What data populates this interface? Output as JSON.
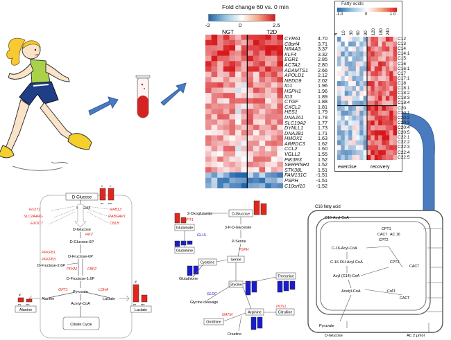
{
  "heatmap_title": "Fold change 60 vs. 0 min",
  "colorbar": {
    "min_label": "-2",
    "mid_label": "0",
    "max_label": "2.5",
    "colors": [
      "#2166ac",
      "#ffffff",
      "#d7191c"
    ]
  },
  "group_labels": {
    "ngt": "NGT",
    "t2d": "T2D"
  },
  "genes": [
    "CYR61",
    "C8orf4",
    "NR4A3",
    "KLF4",
    "EGR1",
    "ACTA2",
    "ADAMTS1",
    "APOLD1",
    "NEDD9",
    "ID1",
    "HSPH1",
    "ID3",
    "CTGF",
    "CXCL2",
    "HES1",
    "DNAJA1",
    "SLC19A2",
    "DYNLL1",
    "DNAJB1",
    "HMOX1",
    "ARRDC3",
    "CCL2",
    "VGLL2",
    "PIK3R3",
    "SERPINH1",
    "STK38L",
    "FAM131C",
    "PSPH",
    "C10orf10"
  ],
  "fold_changes": [
    "4.70",
    "3.71",
    "3.37",
    "3.32",
    "2.85",
    "2.80",
    "2.66",
    "2.12",
    "2.02",
    "1.96",
    "1.96",
    "1.89",
    "1.88",
    "1.81",
    "1.79",
    "1.78",
    "1.77",
    "1.73",
    "1.71",
    "1.63",
    "1.62",
    "1.60",
    "1.55",
    "1.52",
    "1.52",
    "1.51",
    "-1.51",
    "-1.51",
    "-1.52"
  ],
  "fatty_acids": {
    "title": "Fatty acids",
    "scale_labels": [
      "-1.0",
      "0",
      "1.0"
    ],
    "time_labels": [
      "5",
      "10",
      "30",
      "60",
      "90",
      "120",
      "180",
      "240"
    ],
    "species": [
      "C12",
      "C13",
      "C14",
      "C14:1",
      "C15",
      "C16",
      "C16:1",
      "C17",
      "C17:1",
      "C18",
      "C18:1",
      "C18:2",
      "C18:3",
      "C18:4",
      "C20",
      "C20:1",
      "C20:2",
      "C20:3",
      "C20:4",
      "C20:5",
      "C22:1",
      "C22:2",
      "C22:3",
      "C22:4",
      "C22:5"
    ],
    "phase_labels": [
      "exercise",
      "recovery"
    ]
  },
  "metabolic_pathway": {
    "nodes": {
      "glucose": "D-Glucose",
      "slc2a4": "SLC2A4",
      "glucose_in": "D-Glucose",
      "hk2": "HK2",
      "g6p": "D-Glucose-6P",
      "f6p": "D-Fructose-6P",
      "f26p": "D-Fructose-2,6P",
      "f16p": "D-Fructose-1,6P",
      "pyruvate": "Pyruvate",
      "acetylcoa": "Acetyl-CoA",
      "alanine_in": "Alanine",
      "lactate_in": "Lactate",
      "citrate_cycle": "Citrate Cycle",
      "alanine_box": "Alanine",
      "lactate_box": "Lactate"
    },
    "enzymes": [
      "FLOT1",
      "SLC2A4RG",
      "EXOC7",
      "RAB13",
      "RABGAP1",
      "CBLB",
      "PFKFB1",
      "PFKFB3",
      "PFKM",
      "FBP2",
      "GPT1",
      "LDHA"
    ],
    "bar_axis": [
      "ex",
      "rec"
    ],
    "sig": "#",
    "colors": {
      "up": "#e3261c",
      "down": "#1a1ad0"
    }
  },
  "amino_pathway": {
    "nodes": {
      "oxoglutarate": "2-Oxoglutarate",
      "glucose": "D-Glucose",
      "glutamate": "Glutamate",
      "glutamine": "Glutamine",
      "pglycerate": "3-P-D-Glycerate",
      "pserine": "P-Serine",
      "serine": "Serine",
      "cysteine": "Cysteine",
      "glutathione": "Glutathione",
      "glycine": "Glycine",
      "threonine": "Threonine",
      "glycine_cleavage": "Glycine cleavage",
      "arginine": "Arginine",
      "citrulline": "Citrulline",
      "ornithine": "Ornithine",
      "creatine": "Creatine"
    },
    "enzymes": [
      "GPT1",
      "GLUL",
      "PSPH",
      "GLDC",
      "NOS1",
      "GATM"
    ]
  },
  "mito": {
    "title": "C16 fatty acid",
    "labels": [
      "C16-Acyl-CoA",
      "CPT1",
      "CACT",
      "AC 16",
      "CPT2",
      "C-16-Acyl-CoA",
      "C-16-OH-Acyl-CoA",
      "CPT2",
      "CACT",
      "Acyl (C14)-CoA",
      "Acetyl-CoA",
      "CrAT",
      "CACT",
      "Pyruvate",
      "D-Glucose",
      "AC 2 μmol"
    ]
  }
}
